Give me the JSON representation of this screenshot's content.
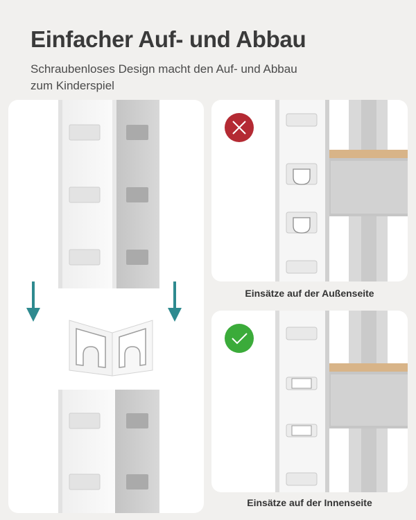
{
  "header": {
    "title": "Einfacher Auf- und Abbau",
    "subtitle": "Schraubenloses Design macht den Auf- und Abbau zum Kinderspiel"
  },
  "panels": {
    "top_right": {
      "status_icon": "cross-icon",
      "status_color": "#b42a33",
      "caption": "Einsätze auf der Außenseite"
    },
    "bottom_right": {
      "status_icon": "check-icon",
      "status_color": "#3bab3a",
      "caption": "Einsätze auf der Innenseite"
    }
  },
  "colors": {
    "arrow": "#2e8a8f",
    "shelf_wood": "#d8b488",
    "metal_light": "#f6f6f6",
    "metal_dark": "#c9c9c9"
  }
}
